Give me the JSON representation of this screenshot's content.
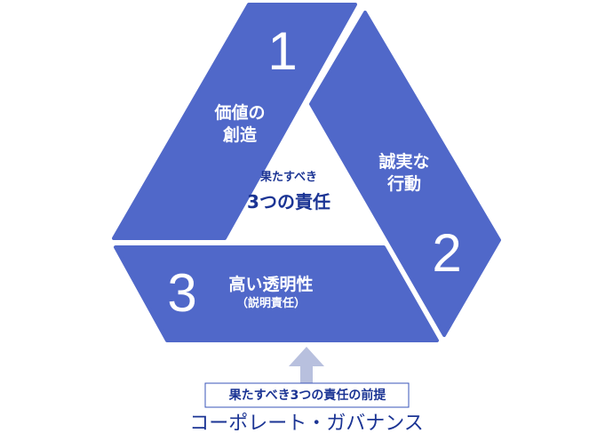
{
  "colors": {
    "segment": "#5068c9",
    "text_dark": "#1b3494",
    "arrow": "#b8c0de"
  },
  "center": {
    "line1": "果たすべき",
    "line2": "3つの責任"
  },
  "segments": [
    {
      "number": "1",
      "label_line1": "価値の",
      "label_line2": "創造"
    },
    {
      "number": "2",
      "label_line1": "誠実な",
      "label_line2": "行動"
    },
    {
      "number": "3",
      "label_line1": "高い透明性",
      "label_line2": "（説明責任）"
    }
  ],
  "premise_box": "果たすべき3つの責任の前提",
  "footer_title": "コーポレート・ガバナンス"
}
